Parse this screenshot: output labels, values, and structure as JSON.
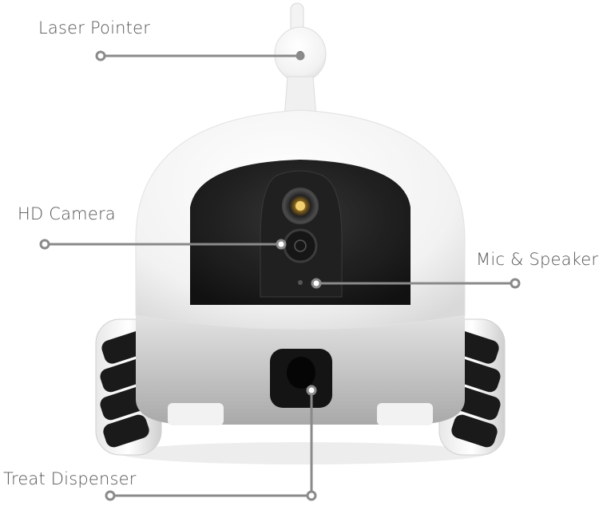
{
  "callouts": {
    "laser": {
      "label": "Laser Pointer"
    },
    "camera": {
      "label": "HD Camera"
    },
    "mic": {
      "label": "Mic & Speaker"
    },
    "treat": {
      "label": "Treat Dispenser"
    }
  },
  "colors": {
    "leader": "#8a8a8a",
    "text": "#555555",
    "shell": "#f7f7f7",
    "base": "#c9c9c9",
    "visor": "#111111",
    "wheel": "#1a1a1a",
    "lens_accent": "#c9a440"
  }
}
